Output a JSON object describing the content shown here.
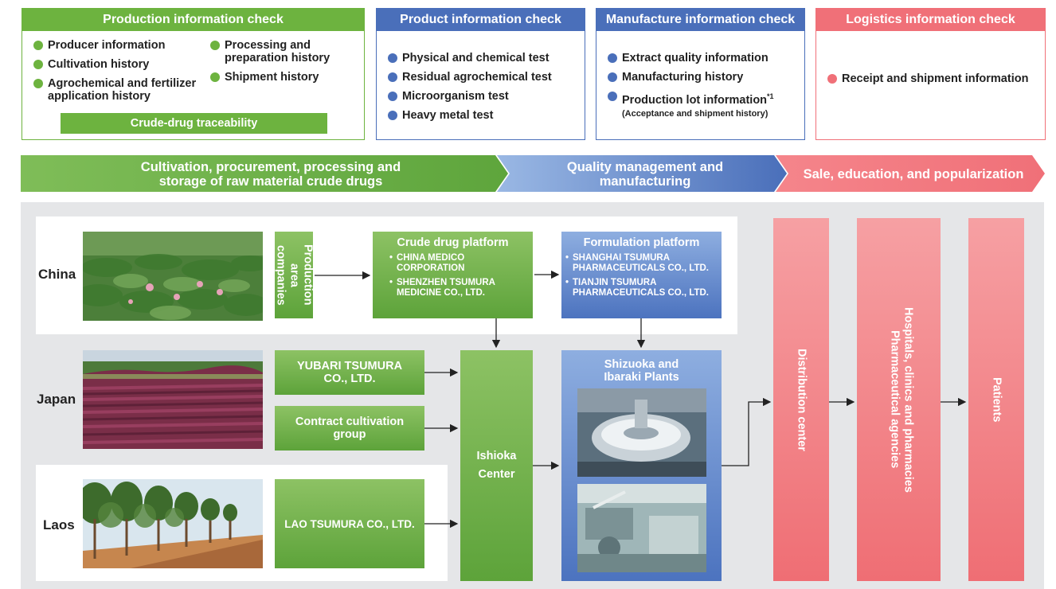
{
  "checks": {
    "production": {
      "title": "Production information check",
      "col1": [
        "Producer information",
        "Cultivation history",
        "Agrochemical and fertilizer application history"
      ],
      "col2": [
        "Processing and preparation history",
        "Shipment history"
      ],
      "traceability": "Crude-drug traceability"
    },
    "product": {
      "title": "Product information check",
      "items": [
        "Physical and chemical test",
        "Residual agrochemical test",
        "Microorganism test",
        "Heavy metal test"
      ]
    },
    "manufacture": {
      "title": "Manufacture information check",
      "items": [
        "Extract quality information",
        "Manufacturing history",
        "Production lot information"
      ],
      "footnote": "*1",
      "sub": "(Acceptance and shipment history)"
    },
    "logistics": {
      "title": "Logistics information check",
      "items": [
        "Receipt and shipment information"
      ]
    }
  },
  "banner": {
    "stage1": "Cultivation, procurement, processing and storage of raw material crude drugs",
    "stage2": "Quality management and manufacturing",
    "stage3": "Sale, education, and popularization"
  },
  "flow": {
    "countries": [
      "China",
      "Japan",
      "Laos"
    ],
    "production_area": "Production area companies",
    "crude_platform": {
      "title": "Crude drug platform",
      "items": [
        "CHINA MEDICO CORPORATION",
        "SHENZHEN TSUMURA MEDICINE CO., LTD."
      ]
    },
    "formulation_platform": {
      "title": "Formulation platform",
      "items": [
        "SHANGHAI TSUMURA PHARMACEUTICALS CO., LTD.",
        "TIANJIN TSUMURA PHARMACEUTICALS CO., LTD."
      ]
    },
    "yubari": "YUBARI TSUMURA CO., LTD.",
    "contract": "Contract cultivation group",
    "lao": "LAO TSUMURA CO., LTD.",
    "ishioka": "Ishioka Center",
    "plants": "Shizuoka and Ibaraki Plants",
    "distribution": "Distribution center",
    "hospitals": "Hospitals, clinics and pharmacies Pharmaceutical agencies",
    "patients": "Patients"
  },
  "colors": {
    "green": "#6db33f",
    "blue": "#4a6fba",
    "pink": "#f07078",
    "panel_gray": "#e5e6e8"
  }
}
